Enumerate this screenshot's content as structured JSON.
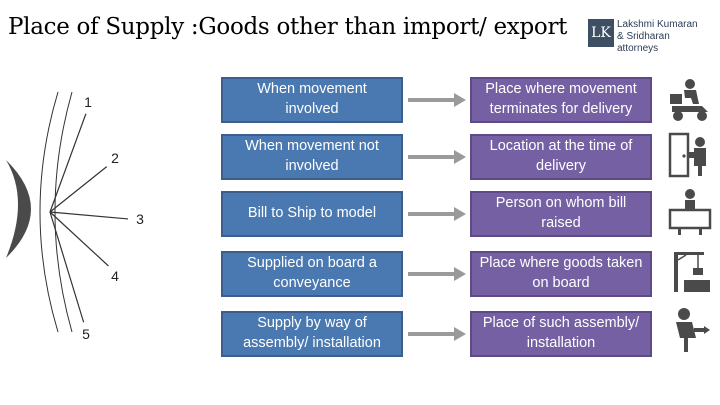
{
  "slide": {
    "title": "Place of Supply :Goods other than import/ export"
  },
  "logo": {
    "mark": "LK",
    "line1": "Lakshmi Kumaran",
    "line2": "& Sridharan",
    "line3": "attorneys"
  },
  "numbers": [
    "1",
    "2",
    "3",
    "4",
    "5"
  ],
  "rows": [
    {
      "situation": "When movement involved",
      "place": "Place where movement terminates for delivery",
      "icon": "delivery-scooter-icon"
    },
    {
      "situation": "When movement not involved",
      "place": "Location at the time of delivery",
      "icon": "door-handover-icon"
    },
    {
      "situation": "Bill to Ship to model",
      "place": "Person on whom bill raised",
      "icon": "person-with-board-icon"
    },
    {
      "situation": "Supplied on board a conveyance",
      "place": "Place where goods taken on board",
      "icon": "crane-loading-icon"
    },
    {
      "situation": "Supply by way of assembly/ installation",
      "place": "Place of such assembly/ installation",
      "icon": "technician-installation-icon"
    }
  ],
  "colors": {
    "left_box": "#4a78b0",
    "right_box": "#7560a3",
    "arrow": "#9a9a9a",
    "icons": "#4a4a4a",
    "logo": "#3f4f63"
  }
}
